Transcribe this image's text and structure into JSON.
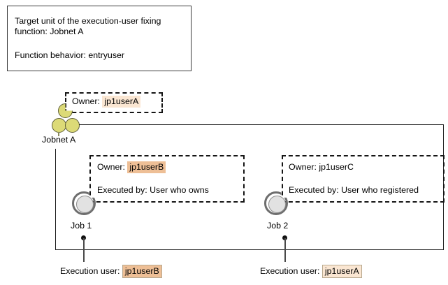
{
  "description_box": {
    "line1": "Target unit of the execution-user fixing\nfunction: Jobnet A",
    "line2": "Function behavior: entryuser"
  },
  "jobnet": {
    "label": "Jobnet A",
    "callout": {
      "owner_label": "Owner:",
      "owner_value": "jp1userA",
      "owner_highlight": "#fae6d2"
    }
  },
  "jobs": [
    {
      "label": "Job 1",
      "callout": {
        "owner_label": "Owner:",
        "owner_value": "jp1userB",
        "owner_highlight": "#eebf96",
        "executed_label": "Executed by:",
        "executed_value": "User who owns"
      }
    },
    {
      "label": "Job 2",
      "callout": {
        "owner_label": "Owner:",
        "owner_value": "jp1userC",
        "owner_highlight": "none",
        "executed_label": "Executed by:",
        "executed_value": "User who registered"
      }
    }
  ],
  "execution_users": [
    {
      "label": "Execution user:",
      "value": "jp1userB",
      "highlight": "#eebf96"
    },
    {
      "label": "Execution user:",
      "value": "jp1userA",
      "highlight": "#fae6d2"
    }
  ],
  "colors": {
    "jobnet_icon_fill": "#dcda77",
    "job_icon_fill": "#e2e2e2",
    "line": "#1c1c1c",
    "highlight_deep": "#eebf96",
    "highlight_light": "#fae6d2"
  }
}
